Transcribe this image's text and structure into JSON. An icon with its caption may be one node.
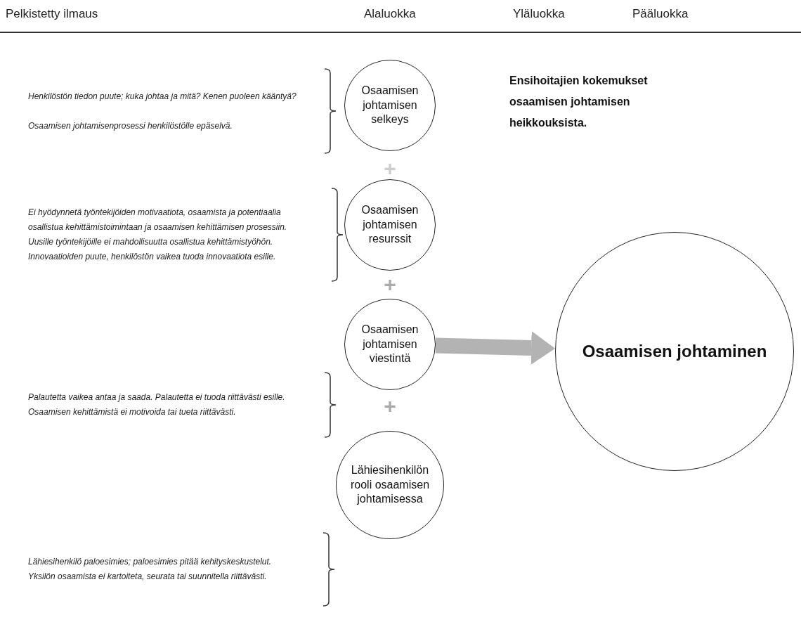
{
  "diagram": {
    "title": "Ensihoitajien kokemukset osaamisen johtamisen heikkouksista.",
    "nodes": [
      {
        "text": [
          "Osaamisen johtamisen selkeys"
        ],
        "beside": [
          "Henkilöstön tiedon puute; kuka johtaa ja mitä? Kenen puoleen kääntyä?",
          "Osaamisen johtamisenprosessi henkilöstölle epäselvä."
        ]
      },
      {
        "text": [
          "Osaamisen johtamisen resurssit"
        ],
        "beside": [
          "Ei hyödynnetä työntekijöiden motivaatiota, osaamista ja potentiaalia osallistua kehittämistoimintaan ja osaamisen kehittämisen prosessiin.",
          "Uusille työntekijöille ei mahdollisuutta osallistua kehittämistyöhön. Innovaatioiden puute, henkilöstön vaikea tuoda innovaatiota esille."
        ]
      },
      {
        "text": [
          "Osaamisen johtamisen viestintä"
        ],
        "beside": [
          "Palautetta vaikea antaa ja saada. Palautetta ei tuoda riittävästi esille.",
          "Osaamisen kehittämistä ei motivoida tai tueta riittävästi."
        ]
      },
      {
        "text": [
          "Lähiesihenkilön rooli osaamisen johtamisessa"
        ],
        "beside": [
          "Lähiesihenkilö paloesimies; paloesimies pitää kehityskeskustelut.",
          "Yksilön osaamista ei kartoiteta, seurata tai suunnitella riittävästi."
        ]
      },
      {
        "text": [
          "Osaamisen johtaminen"
        ]
      }
    ],
    "edges": [
      {
        "from": 2,
        "to": 4,
        "arrow": "to",
        "color": "#b3b3b3"
      }
    ],
    "labels": [
      "Pelkistetty ilmaus",
      "Alaluokka",
      "Yläluokka",
      "Pääluokka",
      "+",
      "+",
      "+"
    ]
  }
}
